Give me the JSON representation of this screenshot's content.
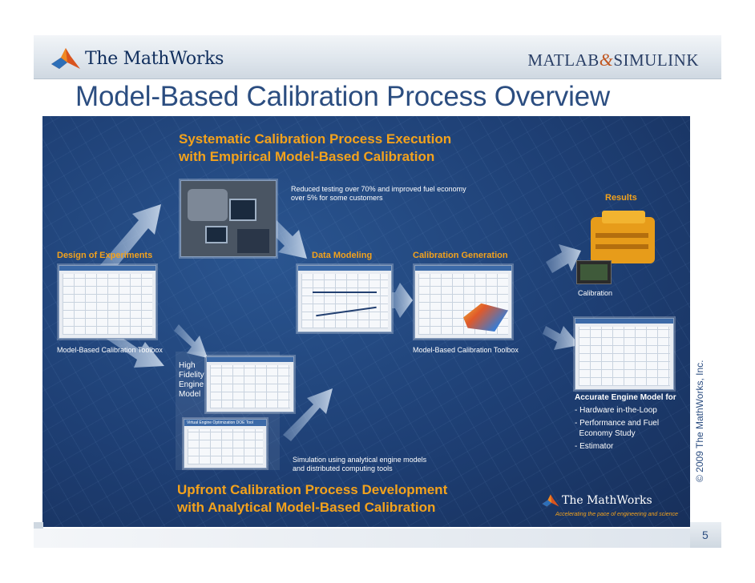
{
  "header": {
    "company_logo_text": "The MathWorks",
    "product_logo_part1": "MATLAB",
    "product_logo_amp": "&",
    "product_logo_part2": "SIMULINK"
  },
  "slide": {
    "title": "Model-Based Calibration Process Overview",
    "page_number": "5",
    "copyright": "© 2009 The MathWorks, Inc."
  },
  "panel": {
    "top_heading_line1": "Systematic Calibration Process Execution",
    "top_heading_line2": "with Empirical Model-Based Calibration",
    "reduced_testing_line1": "Reduced testing over 70% and improved fuel economy",
    "reduced_testing_line2": "over 5% for some customers",
    "results_label": "Results",
    "doe_label": "Design of Experiments",
    "data_modeling_label": "Data Modeling",
    "calibration_generation_label": "Calibration Generation",
    "calibration_caption": "Calibration",
    "mbc_toolbox_left": "Model-Based Calibration Toolbox",
    "mbc_toolbox_right": "Model-Based Calibration Toolbox",
    "hifi_line1": "High",
    "hifi_line2": "Fidelity",
    "hifi_line3": "Engine",
    "hifi_line4": "Model",
    "accurate_title": "Accurate Engine Model for",
    "accurate_items": [
      "- Hardware in-the-Loop",
      "- Performance and Fuel",
      "  Economy Study",
      "- Estimator"
    ],
    "simulation_line1": "Simulation using analytical engine models",
    "simulation_line2": "and distributed computing tools",
    "bottom_heading_line1": "Upfront Calibration Process Development",
    "bottom_heading_line2": "with Analytical Model-Based Calibration",
    "panel_logo_text": "The MathWorks",
    "panel_tagline": "Accelerating the pace of engineering and science",
    "small_window_title": "Virtual Engine Optimization DOE Tool"
  },
  "colors": {
    "title_blue": "#2b4d80",
    "panel_blue": "#1b3a6c",
    "accent_orange": "#f3a21c"
  }
}
